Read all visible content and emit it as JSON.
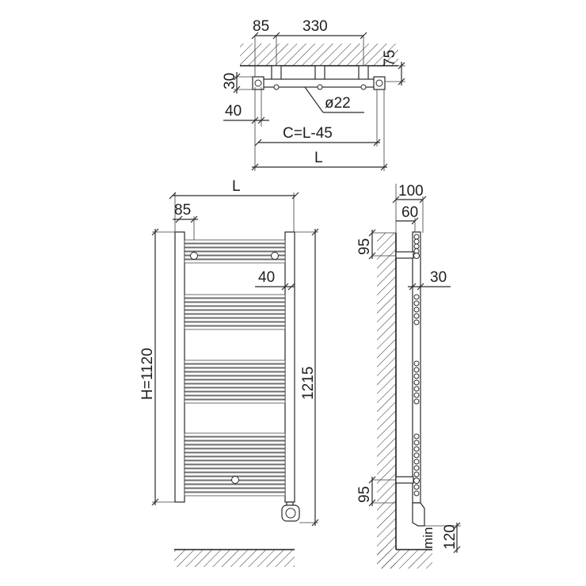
{
  "labels": {
    "top_85": "85",
    "top_330": "330",
    "top_75": "75",
    "top_30": "30",
    "top_40": "40",
    "top_d22": "ø22",
    "top_c": "C=L-45",
    "top_l": "L",
    "front_l": "L",
    "front_85": "85",
    "front_40": "40",
    "front_h": "H=1120",
    "front_1215": "1215",
    "side_100": "100",
    "side_60": "60",
    "side_30": "30",
    "side_95_top": "95",
    "side_95_bottom": "95",
    "side_min": "min",
    "side_120": "120"
  },
  "colors": {
    "line": "#2a2a2a",
    "text": "#1e1e1e",
    "background": "#ffffff"
  }
}
